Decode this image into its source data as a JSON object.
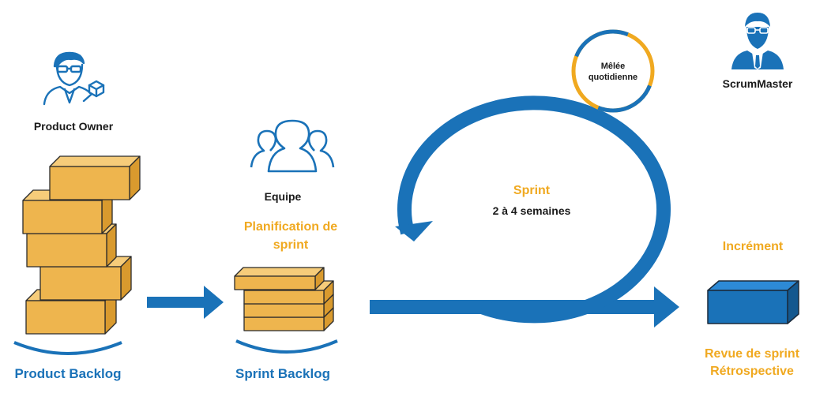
{
  "colors": {
    "blue": "#1a72b8",
    "orange": "#f0a920",
    "box_fill": "#eeb54e",
    "box_stroke": "#2b2b2b",
    "text_dark": "#1a1a1a"
  },
  "labels": {
    "product_owner": "Product Owner",
    "product_backlog": "Product Backlog",
    "team": "Equipe",
    "sprint_planning_line1": "Planification de",
    "sprint_planning_line2": "sprint",
    "sprint_backlog": "Sprint Backlog",
    "sprint": "Sprint",
    "sprint_duration": "2 à 4 semaines",
    "daily_line1": "Mêlée",
    "daily_line2": "quotidienne",
    "scrum_master": "ScrumMaster",
    "increment": "Incrément",
    "sprint_review": "Revue de sprint",
    "retrospective": "Rétrospective"
  },
  "icons": {
    "product_owner": "product-owner-icon",
    "team": "team-icon",
    "scrum_master": "scrum-master-icon"
  }
}
